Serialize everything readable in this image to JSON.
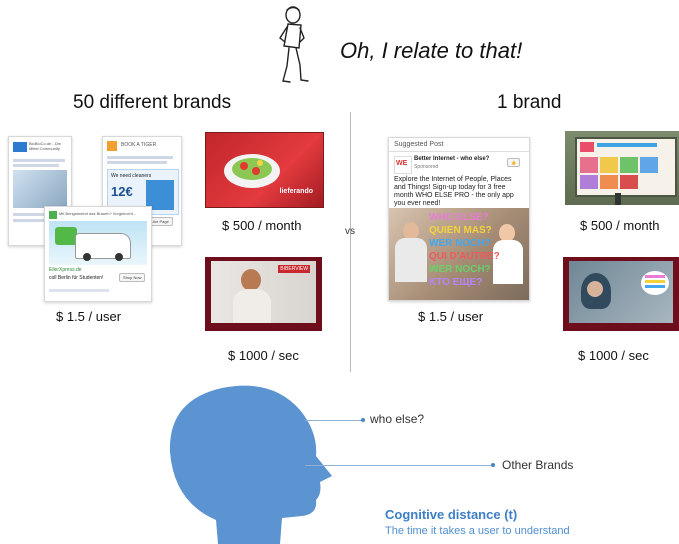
{
  "quote": "Oh, I relate to that!",
  "left": {
    "title": "50 different brands",
    "price_user": "$ 1.5 / user",
    "price_month": "$ 500 / month",
    "price_sec": "$ 1000 / sec",
    "ad_stack": {
      "post1_title": "BioBioCo.de - Die Mittel Community",
      "post2_title": "BOOK A TIGER",
      "post2_text": "We need cleaners",
      "post2_price": "12€",
      "post3_brand": "EllerXpress.de",
      "post3_body": "Mit Bringstudent das Brauen? Vorgekocht...",
      "post3_text": "coll Berlin für Studenten!",
      "shop_now": "Shop Now",
      "like_page": "Like Page"
    },
    "billboard_text": "lieferando",
    "tv_logo": "BIBERVIEW"
  },
  "vs": "vs",
  "right": {
    "title": "1 brand",
    "price_user": "$ 1.5 / user",
    "price_month": "$ 500 / month",
    "price_sec": "$ 1000 / sec",
    "post": {
      "suggested": "Suggested Post",
      "brand": "Better Internet - who else?",
      "sponsored": "Sponsored",
      "body": "Explore the Internet of People, Places and Things! Sign-up today for 3 free month WHO ELSE PRO - the only app you ever need!",
      "tags": [
        "WHO ELSE?",
        "QUIEN MAS?",
        "WER NOCH?",
        "QUI D'AUTRE?",
        "WER NOCH?",
        "KTO ЕЩЕ?"
      ]
    }
  },
  "annotations": {
    "who_else": "who else?",
    "other_brands": "Other Brands"
  },
  "cognitive": {
    "title": "Cognitive distance (t)",
    "subtitle": "The time it takes a user to understand"
  },
  "colors": {
    "accent": "#3d7fc6",
    "head": "#5c93d1",
    "line": "#8fb1d8"
  }
}
